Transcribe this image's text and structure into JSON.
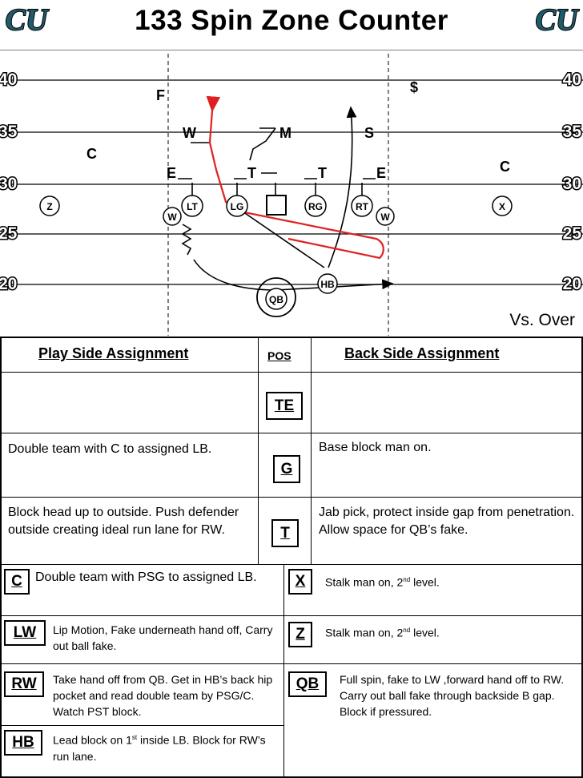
{
  "title": "133 Spin Zone Counter",
  "logo_text": "CU",
  "yard_numbers": [
    "40",
    "35",
    "30",
    "25",
    "20"
  ],
  "defense": {
    "F": "F",
    "dollar": "$",
    "W": "W",
    "M": "M",
    "S": "S",
    "C_left": "C",
    "C_right": "C",
    "E_left": "E",
    "T_left": "T",
    "T_right": "T",
    "E_right": "E"
  },
  "offense": {
    "Z": "Z",
    "LT": "LT",
    "LG": "LG",
    "RG": "RG",
    "RT": "RT",
    "X": "X",
    "LW": "W",
    "RW": "W",
    "HB": "HB",
    "QB": "QB"
  },
  "vs_label": "Vs. Over",
  "headers": {
    "play_side": "Play Side Assignment",
    "pos": "POS",
    "back_side": "Back Side Assignment"
  },
  "rows": [
    {
      "pos": "TE",
      "play_side": "",
      "back_side": ""
    },
    {
      "pos": "G",
      "play_side": "Double team with C to assigned LB.",
      "back_side": "Base block man on."
    },
    {
      "pos": "T",
      "play_side": "Block head up to outside. Push defender outside creating ideal run lane for RW.",
      "back_side": "Jab pick, protect inside gap from penetration.  Allow space for QB’s fake."
    }
  ],
  "left_assignments": [
    {
      "pos": "C",
      "text": "Double team with PSG to assigned LB."
    },
    {
      "pos": "LW",
      "text": "Lip Motion, Fake underneath hand off, Carry out ball fake."
    },
    {
      "pos": "RW",
      "text": "Take hand off from QB. Get in HB’s back hip pocket and read double team by PSG/C.  Watch PST block."
    },
    {
      "pos": "HB",
      "text_before": "Lead block on 1",
      "text_sup": "st",
      "text_after": " inside LB.  Block for RW’s run lane."
    }
  ],
  "right_assignments": [
    {
      "pos": "X",
      "text_before": "Stalk man on, 2",
      "text_sup": "nd",
      "text_after": " level."
    },
    {
      "pos": "Z",
      "text_before": "Stalk man on, 2",
      "text_sup": "nd",
      "text_after": " level."
    },
    {
      "pos": "QB",
      "text": "Full spin, fake to LW ,forward hand off to RW.  Carry out ball fake through backside B gap.  Block if pressured."
    }
  ],
  "colors": {
    "logo_fill": "#1f5b6a",
    "route_red": "#e02020",
    "route_black": "#000000"
  }
}
